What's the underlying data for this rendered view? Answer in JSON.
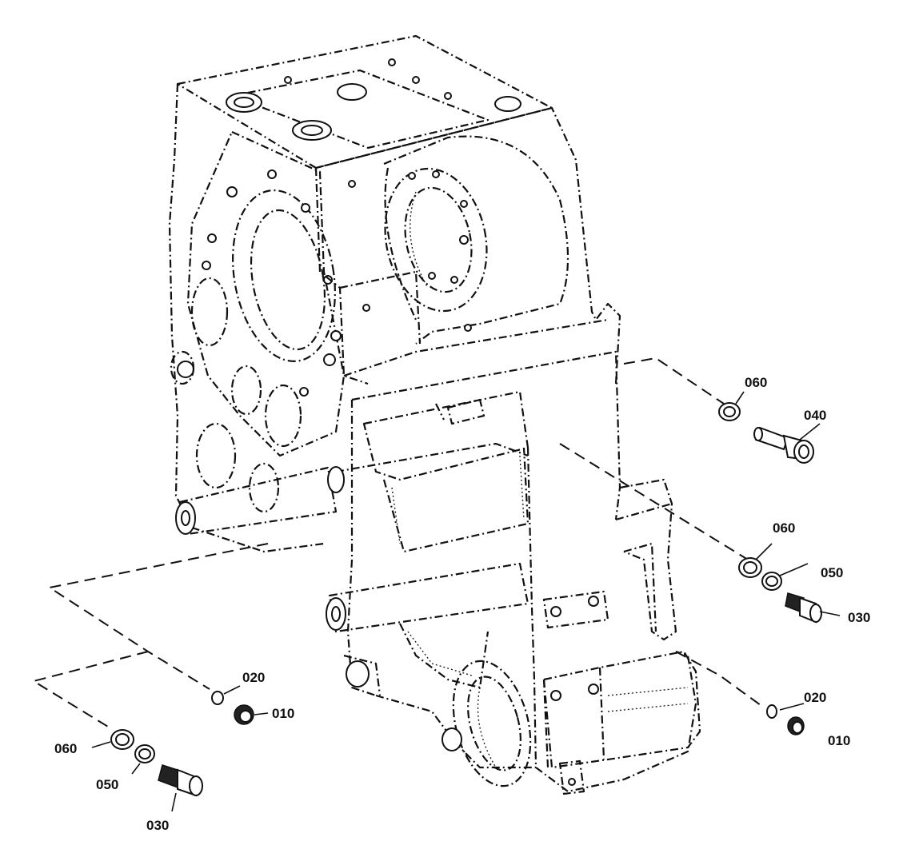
{
  "callouts": {
    "left_020": "020",
    "left_010": "010",
    "left_060": "060",
    "left_050": "050",
    "left_030": "030",
    "right_060_top": "060",
    "right_040": "040",
    "right_060_mid": "060",
    "right_050": "050",
    "right_030": "030",
    "right_020": "020",
    "right_010": "010"
  },
  "colors": {
    "line": "#111111",
    "background": "#ffffff"
  }
}
